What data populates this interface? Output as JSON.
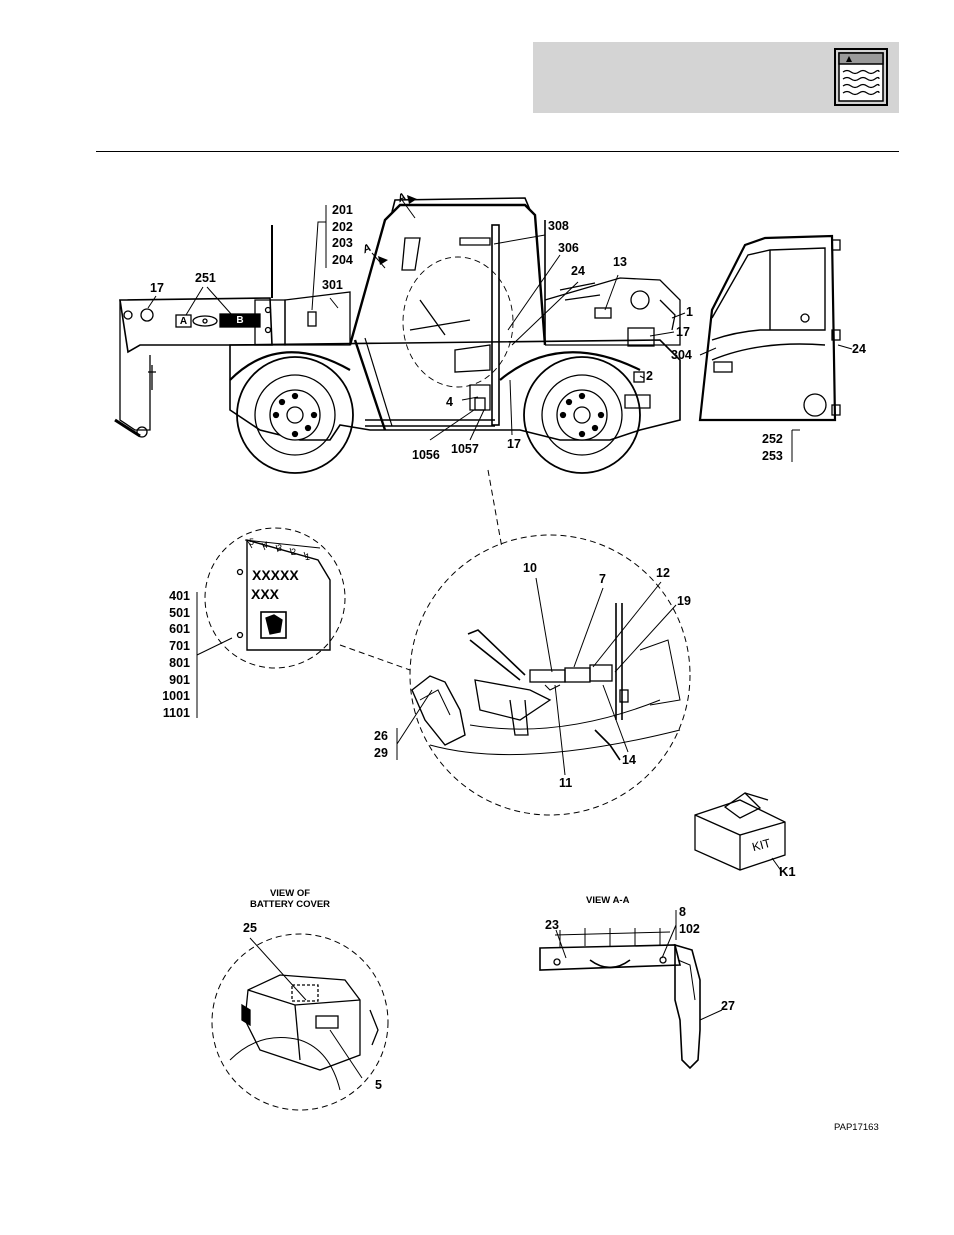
{
  "header": {
    "icon": "fluid-reservoir-icon"
  },
  "callouts": {
    "main": {
      "c17a": "17",
      "c251": "251",
      "c301": "301",
      "c201_204": [
        "201",
        "202",
        "203",
        "204"
      ],
      "view_a_top": "A",
      "view_a_mid": "A",
      "c308": "308",
      "c306": "306",
      "c24a": "24",
      "c13": "13",
      "c1": "1",
      "c17b": "17",
      "c304": "304",
      "c2": "2",
      "c24b": "24",
      "c4": "4",
      "c1056": "1056",
      "c1057": "1057",
      "c17c": "17",
      "c252_253": [
        "252",
        "253"
      ],
      "decal_a": "A",
      "decal_b": "B"
    },
    "decal": {
      "big": "XXXXX",
      "small": "XXX",
      "scale": [
        "5",
        "4",
        "3",
        "2",
        "1"
      ],
      "codes": [
        "401",
        "501",
        "601",
        "701",
        "801",
        "901",
        "1001",
        "1101"
      ]
    },
    "cab": {
      "c10": "10",
      "c7": "7",
      "c12": "12",
      "c19": "19",
      "c26_29": [
        "26",
        "29"
      ],
      "c11": "11",
      "c14": "14"
    },
    "kit": {
      "box_text": "KIT",
      "label": "K1"
    },
    "battery": {
      "title": "VIEW OF\nBATTERY COVER",
      "c25": "25",
      "c5": "5"
    },
    "view_aa": {
      "title": "VIEW A-A",
      "c23": "23",
      "c8_102": [
        "8",
        "102"
      ],
      "c27": "27"
    }
  },
  "figure_code": "PAP17163"
}
